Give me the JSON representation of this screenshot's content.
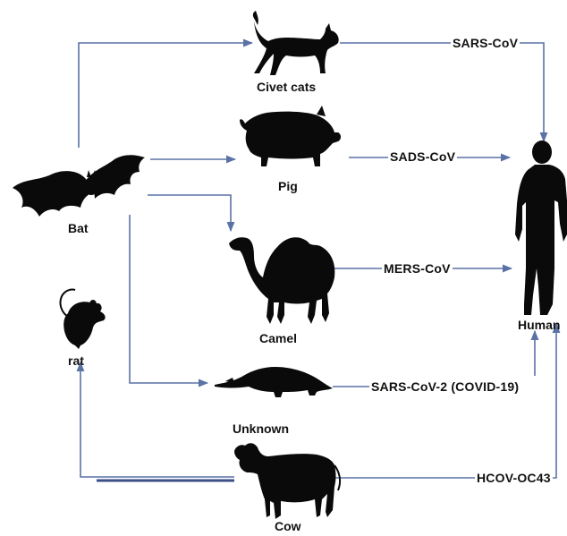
{
  "animals": {
    "bat": "Bat",
    "civet": "Civet cats",
    "pig": "Pig",
    "camel": "Camel",
    "rat": "rat",
    "unknown": "Unknown",
    "cow": "Cow",
    "human": "Human"
  },
  "viruses": {
    "sars": "SARS-CoV",
    "sads": "SADS-CoV",
    "mers": "MERS-CoV",
    "sars2": "SARS-CoV-2 (COVID-19)",
    "hcov": "HCOV-OC43"
  },
  "colors": {
    "arrow": "#5a72a6",
    "silhouette": "#0a0a0a"
  },
  "icons": [
    "bat-icon",
    "civet-cat-icon",
    "pig-icon",
    "camel-icon",
    "rat-icon",
    "pangolin-icon",
    "cow-icon",
    "human-icon"
  ]
}
